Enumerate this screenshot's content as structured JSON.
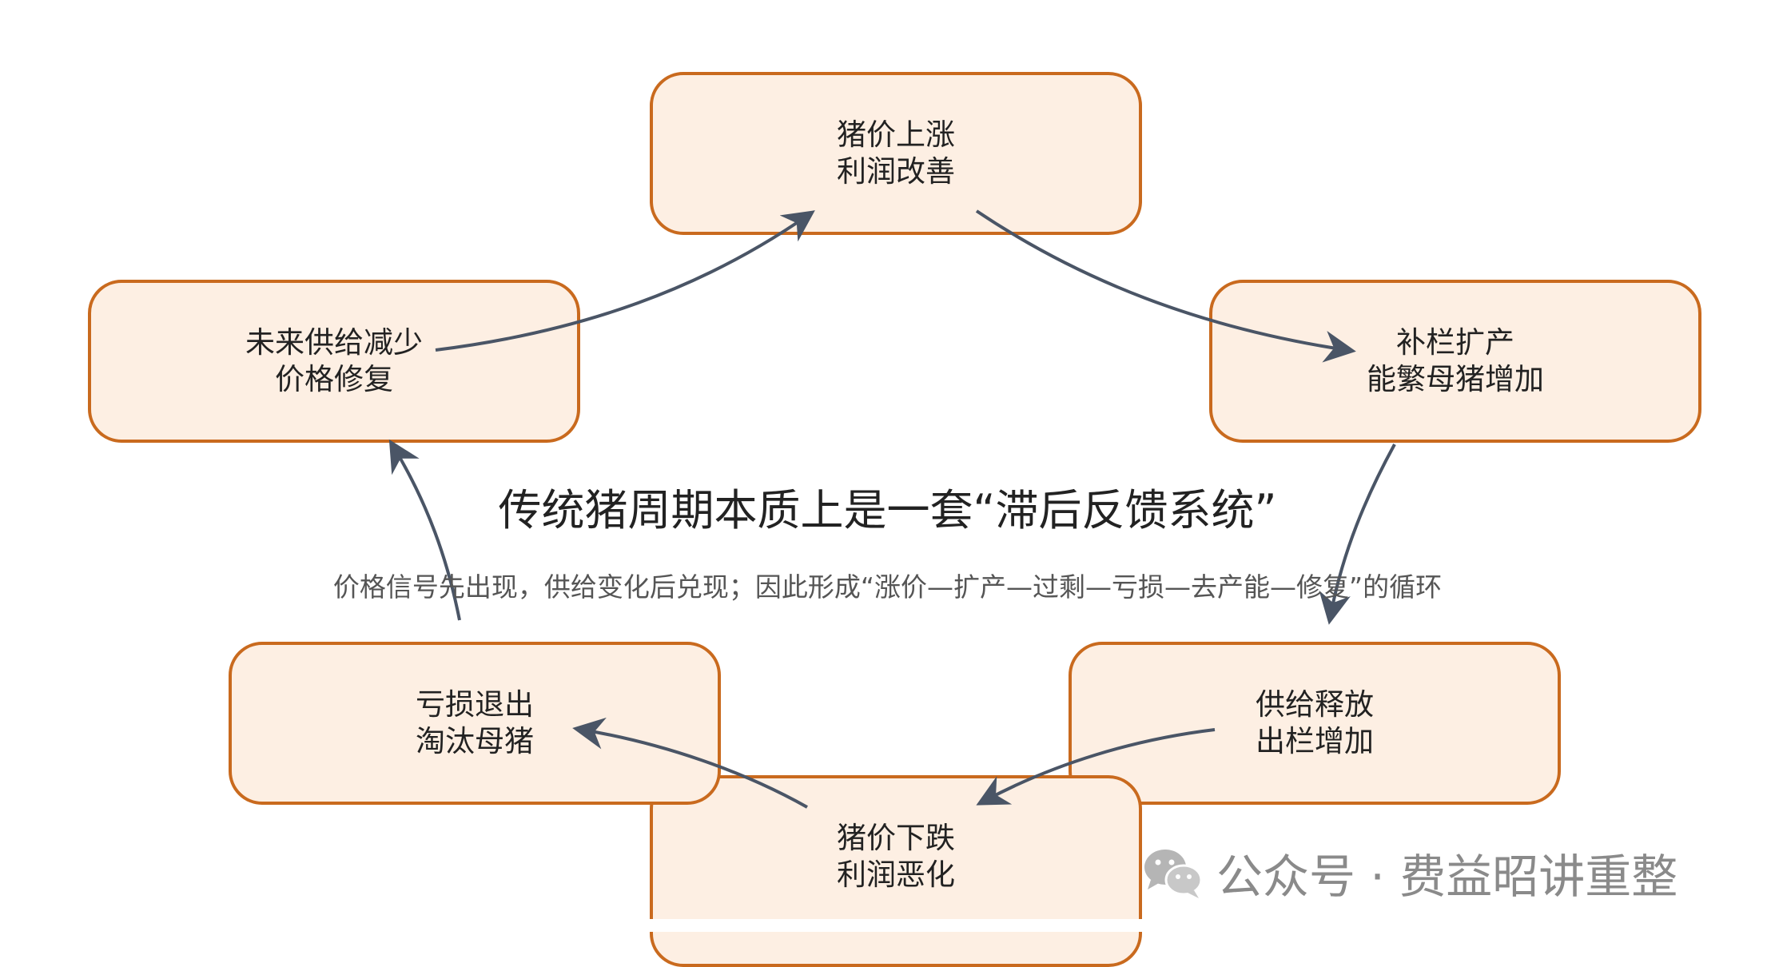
{
  "colors": {
    "node_fill": "#fdefe3",
    "node_border": "#c96a1e",
    "arrow": "#4a5566",
    "watermark": "#8a8a8a"
  },
  "nodes": {
    "top": {
      "line1": "猪价上涨",
      "line2": "利润改善"
    },
    "right": {
      "line1": "补栏扩产",
      "line2": "能繁母猪增加"
    },
    "lowright": {
      "line1": "供给释放",
      "line2": "出栏增加"
    },
    "bottom": {
      "line1": "猪价下跌",
      "line2": "利润恶化"
    },
    "lowleft": {
      "line1": "亏损退出",
      "line2": "淘汰母猪"
    },
    "left": {
      "line1": "未来供给减少",
      "line2": "价格修复"
    }
  },
  "center": {
    "title": "传统猪周期本质上是一套“滞后反馈系统”",
    "subtitle": "价格信号先出现，供给变化后兑现；因此形成“涨价—扩产—过剩—亏损—去产能—修复”的循环"
  },
  "watermark": {
    "icon": "wechat-icon",
    "text": "公众号 · 费益昭讲重整"
  }
}
